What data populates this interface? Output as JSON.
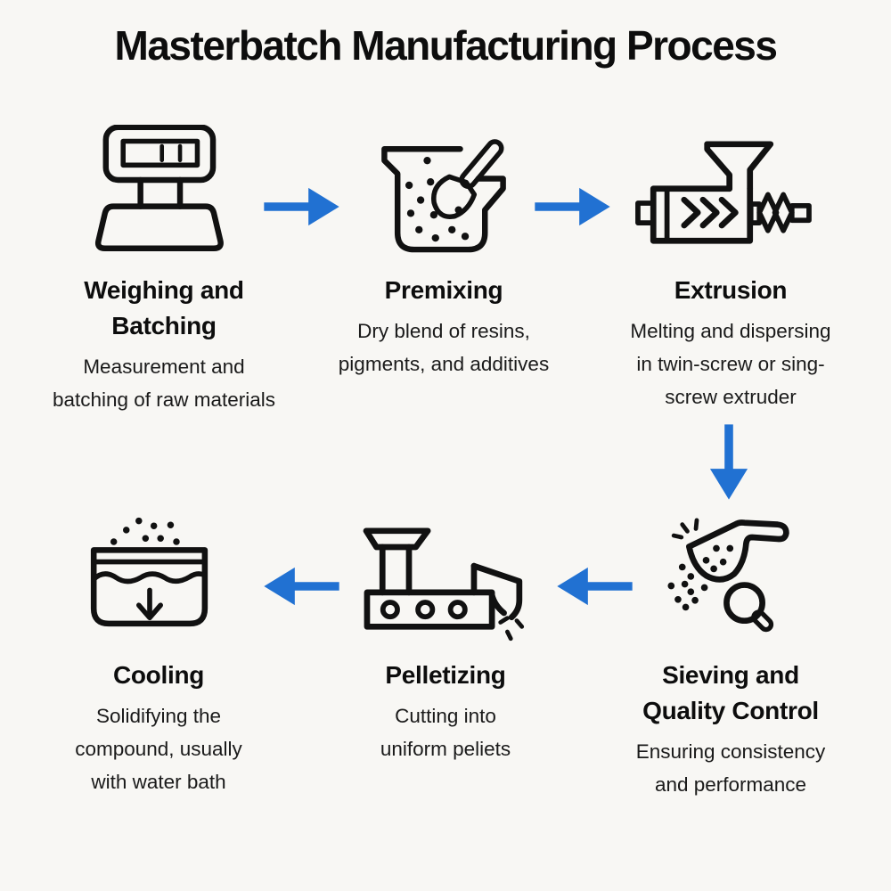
{
  "title": "Masterbatch Manufacturing Process",
  "colors": {
    "background": "#f8f7f4",
    "ink": "#111111",
    "text": "#1a1a1a",
    "arrow": "#2171d2"
  },
  "steps": [
    {
      "title": "Weighing and\nBatching",
      "description": "Measurement and\nbatching of raw materials",
      "icon": "weighing-scale-icon"
    },
    {
      "title": "Premixing",
      "description": "Dry blend of resins,\npigments, and additives",
      "icon": "mixing-beaker-icon"
    },
    {
      "title": "Extrusion",
      "description": "Melting and dispersing\nin twin-screw or sing-\nscrew extruder",
      "icon": "extruder-icon"
    },
    {
      "title": "Sieving and\nQuality Control",
      "description": "Ensuring consistency\nand performance",
      "icon": "sieve-magnifier-icon"
    },
    {
      "title": "Pelletizing",
      "description": "Cutting into\nuniform peliets",
      "icon": "pelletizer-icon"
    },
    {
      "title": "Cooling",
      "description": "Solidifying the\ncompound, usually\nwith water bath",
      "icon": "water-bath-icon"
    }
  ]
}
